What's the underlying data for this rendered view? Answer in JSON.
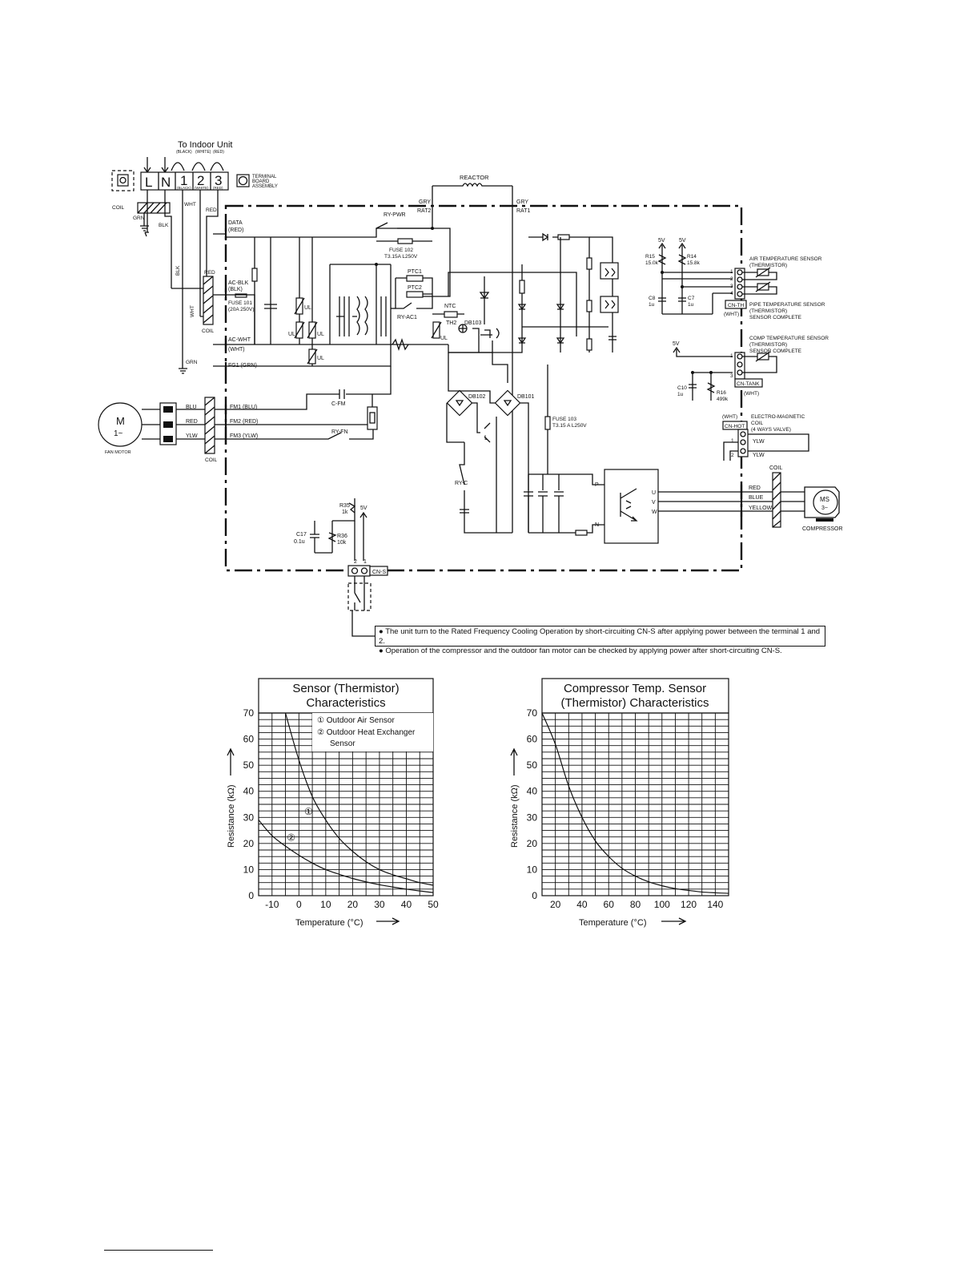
{
  "diagram": {
    "to_indoor_unit": "To Indoor Unit",
    "indoor_wire_colors": [
      "(BLACK)",
      "(WHITE)",
      "(RED)"
    ],
    "terminals": [
      "L",
      "N",
      "1",
      "2",
      "3"
    ],
    "terminal_sublabels": [
      "(BLACK)",
      "(WHITE)",
      "(RED)"
    ],
    "terminal_board": [
      "TERMINAL",
      "BOARD",
      "ASSEMBLY"
    ],
    "reactor": "REACTOR",
    "gry_left": "GRY",
    "rat2": "RAT2",
    "gry_right": "GRY",
    "rat1": "RAT1",
    "coil": "COIL",
    "grn": "GRN",
    "blk": "BLK",
    "wht": "WHT",
    "red": "RED",
    "data": "DATA",
    "data_red": "(RED)",
    "ry_pwr": "RY-PWR",
    "fuse102": [
      "FUSE 102",
      "T3.15A L250V"
    ],
    "ptc1": "PTC1",
    "ptc2": "PTC2",
    "ry_ac1": "RY-AC1",
    "ntc": "NTC",
    "th2": "TH2",
    "db103": "DB103",
    "ac_blk": "AC-BLK",
    "ac_blk_sub": "(BLK)",
    "fuse101": [
      "FUSE 101",
      "(20A 250V)"
    ],
    "ac_wht": "AC-WHT",
    "ac_wht_sub": "(WHT)",
    "fg1": "FG1 (GRN)",
    "ul": "UL",
    "c_fm": "C-FM",
    "fm1": "FM1 (BLU)",
    "fm2": "FM2 (RED)",
    "fm3": "FM3 (YLW)",
    "blu": "BLU",
    "red2": "RED",
    "ylw": "YLW",
    "ry_fm": "RY-FN",
    "motor_m": "M",
    "motor_sub": "1~",
    "fan_motor": "FAN MOTOR",
    "db102": "DB102",
    "db101": "DB101",
    "fuse103": [
      "FUSE 103",
      "T3.15 A  L250V"
    ],
    "l_label": "L",
    "ry_c": "RY-C",
    "p_label": "P",
    "n_label": "N",
    "u": "U",
    "v": "V",
    "w": "W",
    "comp_red": "RED",
    "comp_blue": "BLUE",
    "comp_yellow": "YELLOW",
    "ms": "MS",
    "ms_sub": "3~",
    "compressor": "COMPRESSOR",
    "coil2": "COIL",
    "r35": [
      "R35",
      "1k"
    ],
    "five_v": "5V",
    "c17": [
      "C17",
      "0.1u"
    ],
    "r36": [
      "R36",
      "10k"
    ],
    "cn_s": "CN-S",
    "pin2": "2",
    "pin1": "1",
    "r15": [
      "R15",
      "15.0k"
    ],
    "r14": [
      "R14",
      "15.8k"
    ],
    "c8": [
      "C8",
      "1u"
    ],
    "c7": [
      "C7",
      "1u"
    ],
    "air_sensor": [
      "AIR TEMPERATURE SENSOR",
      "(THERMISTOR)"
    ],
    "pipe_sensor": [
      "PIPE TEMPERATURE SENSOR",
      "(THERMISTOR)",
      "SENSOR COMPLETE"
    ],
    "cn_th": "CN-TH",
    "wht_sub": "(WHT)",
    "comp_sensor": [
      "COMP TEMPERATURE SENSOR",
      "(THERMISTOR)",
      "SENSOR COMPLETE"
    ],
    "c10": [
      "C10",
      "1u"
    ],
    "r16": [
      "R16",
      "499k"
    ],
    "cn_tank": "CN-TANK",
    "wht_sub2": "(WHT)",
    "wht_top": "(WHT)",
    "cn_hot": "CN-HOT",
    "em_coil": [
      "ELECTRO-MAGNETIC",
      "COIL",
      "(4 WAYS VALVE)"
    ],
    "ylw1": "YLW",
    "ylw2": "YLW",
    "pins_th": [
      "1",
      "2",
      "3",
      "4"
    ],
    "pins_tank": [
      "1",
      "3"
    ],
    "pins_hot": [
      "1",
      "2"
    ],
    "five_v_a": "5V",
    "five_v_b": "5V",
    "five_v_c": "5V"
  },
  "notes": [
    "● The unit turn to the Rated Frequency Cooling Operation by short-circuiting CN-S after applying power between the terminal 1 and 2.",
    "● Operation of the compressor and the outdoor fan motor can be checked by applying power after short-circuiting CN-S."
  ],
  "chart_data": [
    {
      "type": "line",
      "title": "Sensor (Thermistor) Characteristics",
      "xlabel": "Temperature (°C)",
      "ylabel": "Resistance (kΩ)",
      "xlim": [
        -15,
        50
      ],
      "ylim": [
        0,
        70
      ],
      "xticks": [
        -10,
        0,
        10,
        20,
        30,
        40,
        50
      ],
      "yticks": [
        0,
        10,
        20,
        30,
        40,
        50,
        60,
        70
      ],
      "grid": true,
      "legend": [
        "① Outdoor Air Sensor",
        "② Outdoor Heat Exchanger Sensor"
      ],
      "series": [
        {
          "name": "①",
          "x": [
            -5,
            0,
            5,
            10,
            15,
            20,
            25,
            30,
            35,
            40,
            45,
            50
          ],
          "y": [
            70,
            52,
            38,
            29,
            22,
            17,
            13,
            10,
            8,
            6.5,
            5,
            4
          ]
        },
        {
          "name": "②",
          "x": [
            -15,
            -10,
            -5,
            0,
            5,
            10,
            15,
            20,
            25,
            30,
            35,
            40,
            45,
            50
          ],
          "y": [
            29,
            23,
            19,
            15.5,
            12.5,
            10,
            8.2,
            6.6,
            5.3,
            4.2,
            3.3,
            2.5,
            1.8,
            1.2
          ]
        }
      ],
      "annotations": [
        "①",
        "②"
      ]
    },
    {
      "type": "line",
      "title": "Compressor Temp. Sensor (Thermistor) Characteristics",
      "xlabel": "Temperature (°C)",
      "ylabel": "Resistance (kΩ)",
      "xlim": [
        10,
        150
      ],
      "ylim": [
        0,
        70
      ],
      "xticks": [
        20,
        40,
        60,
        80,
        100,
        120,
        140
      ],
      "yticks": [
        0,
        10,
        20,
        30,
        40,
        50,
        60,
        70
      ],
      "grid": true,
      "series": [
        {
          "name": "",
          "x": [
            10,
            20,
            30,
            40,
            50,
            60,
            70,
            80,
            90,
            100,
            110,
            120,
            130,
            140,
            150
          ],
          "y": [
            70,
            58,
            42,
            30,
            21,
            15,
            10.5,
            7.5,
            5.3,
            3.8,
            2.7,
            2,
            1.4,
            1.1,
            0.9
          ]
        }
      ]
    }
  ]
}
